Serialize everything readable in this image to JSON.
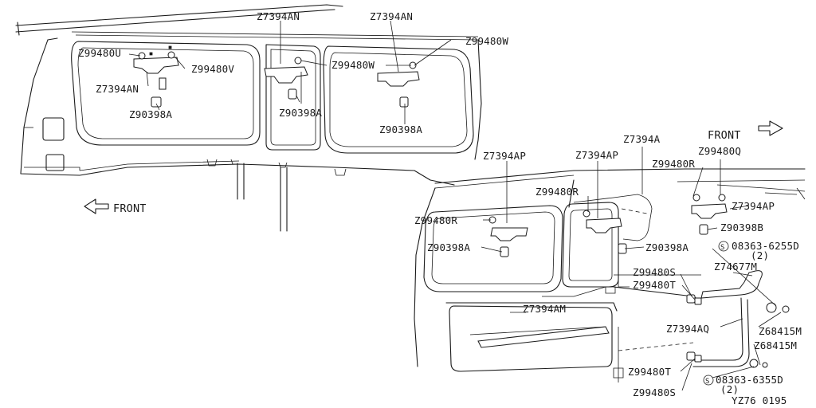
{
  "labels": {
    "upper_left": {
      "p1": "Z99480U",
      "p2": "Z7394AN",
      "p3": "Z99480V",
      "p4": "Z90398A"
    },
    "upper_mid": {
      "p1": "Z7394AN",
      "p2": "Z99480W",
      "p3": "Z90398A"
    },
    "upper_right": {
      "p1": "Z7394AN",
      "p2": "Z99480W",
      "p3": "Z90398A"
    },
    "lower_left": {
      "p1": "Z7394AP",
      "p2": "Z99480R",
      "p3": "Z90398A"
    },
    "lower_mid": {
      "p1": "Z7394AP",
      "p2": "Z99480R",
      "p3": "Z90398A",
      "p4": "Z7394A"
    },
    "lower_right": {
      "p1": "Z99480Q",
      "p2": "Z99480R",
      "p3": "Z7394AP",
      "p4": "Z90398B"
    },
    "rear": {
      "bolt_top": "08363-6255D",
      "bolt_top_qty": "(2)",
      "p1": "Z74677M",
      "p2": "Z99480S",
      "p3": "Z99480T",
      "p4": "Z68415M",
      "p5": "Z7394AQ",
      "p6": "Z68415M",
      "p7": "Z99480T",
      "p8": "Z99480S",
      "bolt_bottom": "08363-6355D",
      "bolt_bottom_qty": "(2)"
    },
    "lower_window": {
      "p1": "Z7394AM"
    }
  },
  "front_left": "FRONT",
  "front_right": "FRONT",
  "diagram_code": "YZ76  0195",
  "icons": [
    "front-arrow-icon",
    "bolt-circle-icon"
  ]
}
